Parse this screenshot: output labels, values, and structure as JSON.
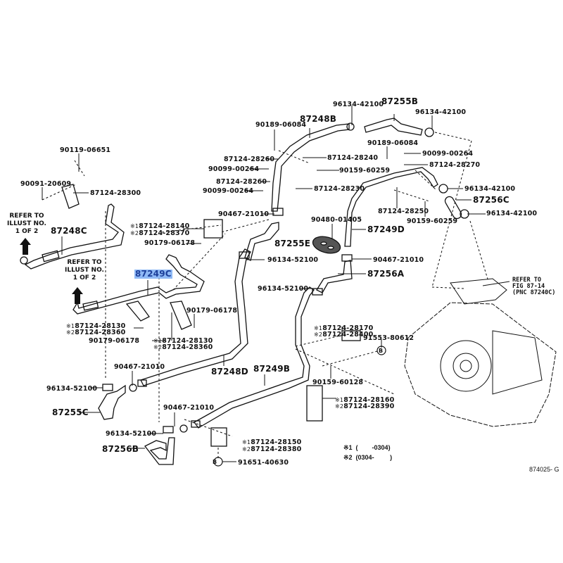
{
  "diagram": {
    "title": "Heater water hose & pipe assembly",
    "figure_id": "874025- G",
    "highlight_color": "#8fb9f5",
    "labels": {
      "p90119_06651": "90119-06651",
      "p90091_20609": "90091-20609",
      "p87124_28300": "87124-28300",
      "p87248C": "87248C",
      "p87124_28140": "87124-28140",
      "p87124_28370": "87124-28370",
      "p90179_06178_a": "90179-06178",
      "p87249C": "87249C",
      "p90179_06178_b": "90179-06178",
      "p87124_28130_a": "87124-28130",
      "p87124_28360_a": "87124-28360",
      "p90179_06178_c": "90179-06178",
      "p87124_28130_b": "87124-28130",
      "p87124_28360_b": "87124-28360",
      "p90467_21010_a": "90467-21010",
      "p96134_52100_a": "96134-52100",
      "p87255C": "87255C",
      "p90467_21010_b": "90467-21010",
      "p96134_52100_b": "96134-52100",
      "p87256B": "87256B",
      "p87248D": "87248D",
      "p87249B": "87249B",
      "p87124_28150": "87124-28150",
      "p87124_28380": "87124-28380",
      "p91651_40630": "91651-40630",
      "p90189_06084_a": "90189-06084",
      "p87248B": "87248B",
      "p96134_42100_a": "96134-42100",
      "p87255B": "87255B",
      "p96134_42100_b": "96134-42100",
      "p87124_28260_a": "87124-28260",
      "p90099_00264_a": "90099-00264",
      "p87124_28240": "87124-28240",
      "p90159_60259_a": "90159-60259",
      "p87124_28260_b": "87124-28260",
      "p90099_00264_b": "90099-00264",
      "p87124_28230": "87124-28230",
      "p90467_21010_c": "90467-21010",
      "p87255E": "87255E",
      "p96134_52100_c": "96134-52100",
      "p90189_06084_b": "90189-06084",
      "p90099_00264_c": "90099-00264",
      "p87124_28270": "87124-28270",
      "p96134_42100_c": "96134-42100",
      "p87256C": "87256C",
      "p96134_42100_d": "96134-42100",
      "p87124_28250": "87124-28250",
      "p90159_60259_b": "90159-60259",
      "p90480_01405": "90480-01405",
      "p87249D": "87249D",
      "p90467_21010_d": "90467-21010",
      "p87256A": "87256A",
      "p96134_52100_d": "96134-52100",
      "p87124_28170": "87124-28170",
      "p87124_28400": "87124-28400",
      "p91553_80612": "91553-80612",
      "p90159_60128": "90159-60128",
      "p87124_28160": "87124-28160",
      "p87124_28390": "87124-28390"
    },
    "marks": {
      "m1": "※1",
      "m2": "※2",
      "circle_b": "B"
    },
    "notes": {
      "refer_a": "REFER TO\nILLUST NO.\n1 OF 2",
      "refer_b": "REFER TO\nILLUST NO.\n1 OF 2",
      "refer_fig": "REFER TO\nFIG 87-14\n(PNC 87240C)"
    },
    "footnotes": {
      "n1": "※1  (        -0304)",
      "n2": "※2  (0304-         )"
    }
  }
}
